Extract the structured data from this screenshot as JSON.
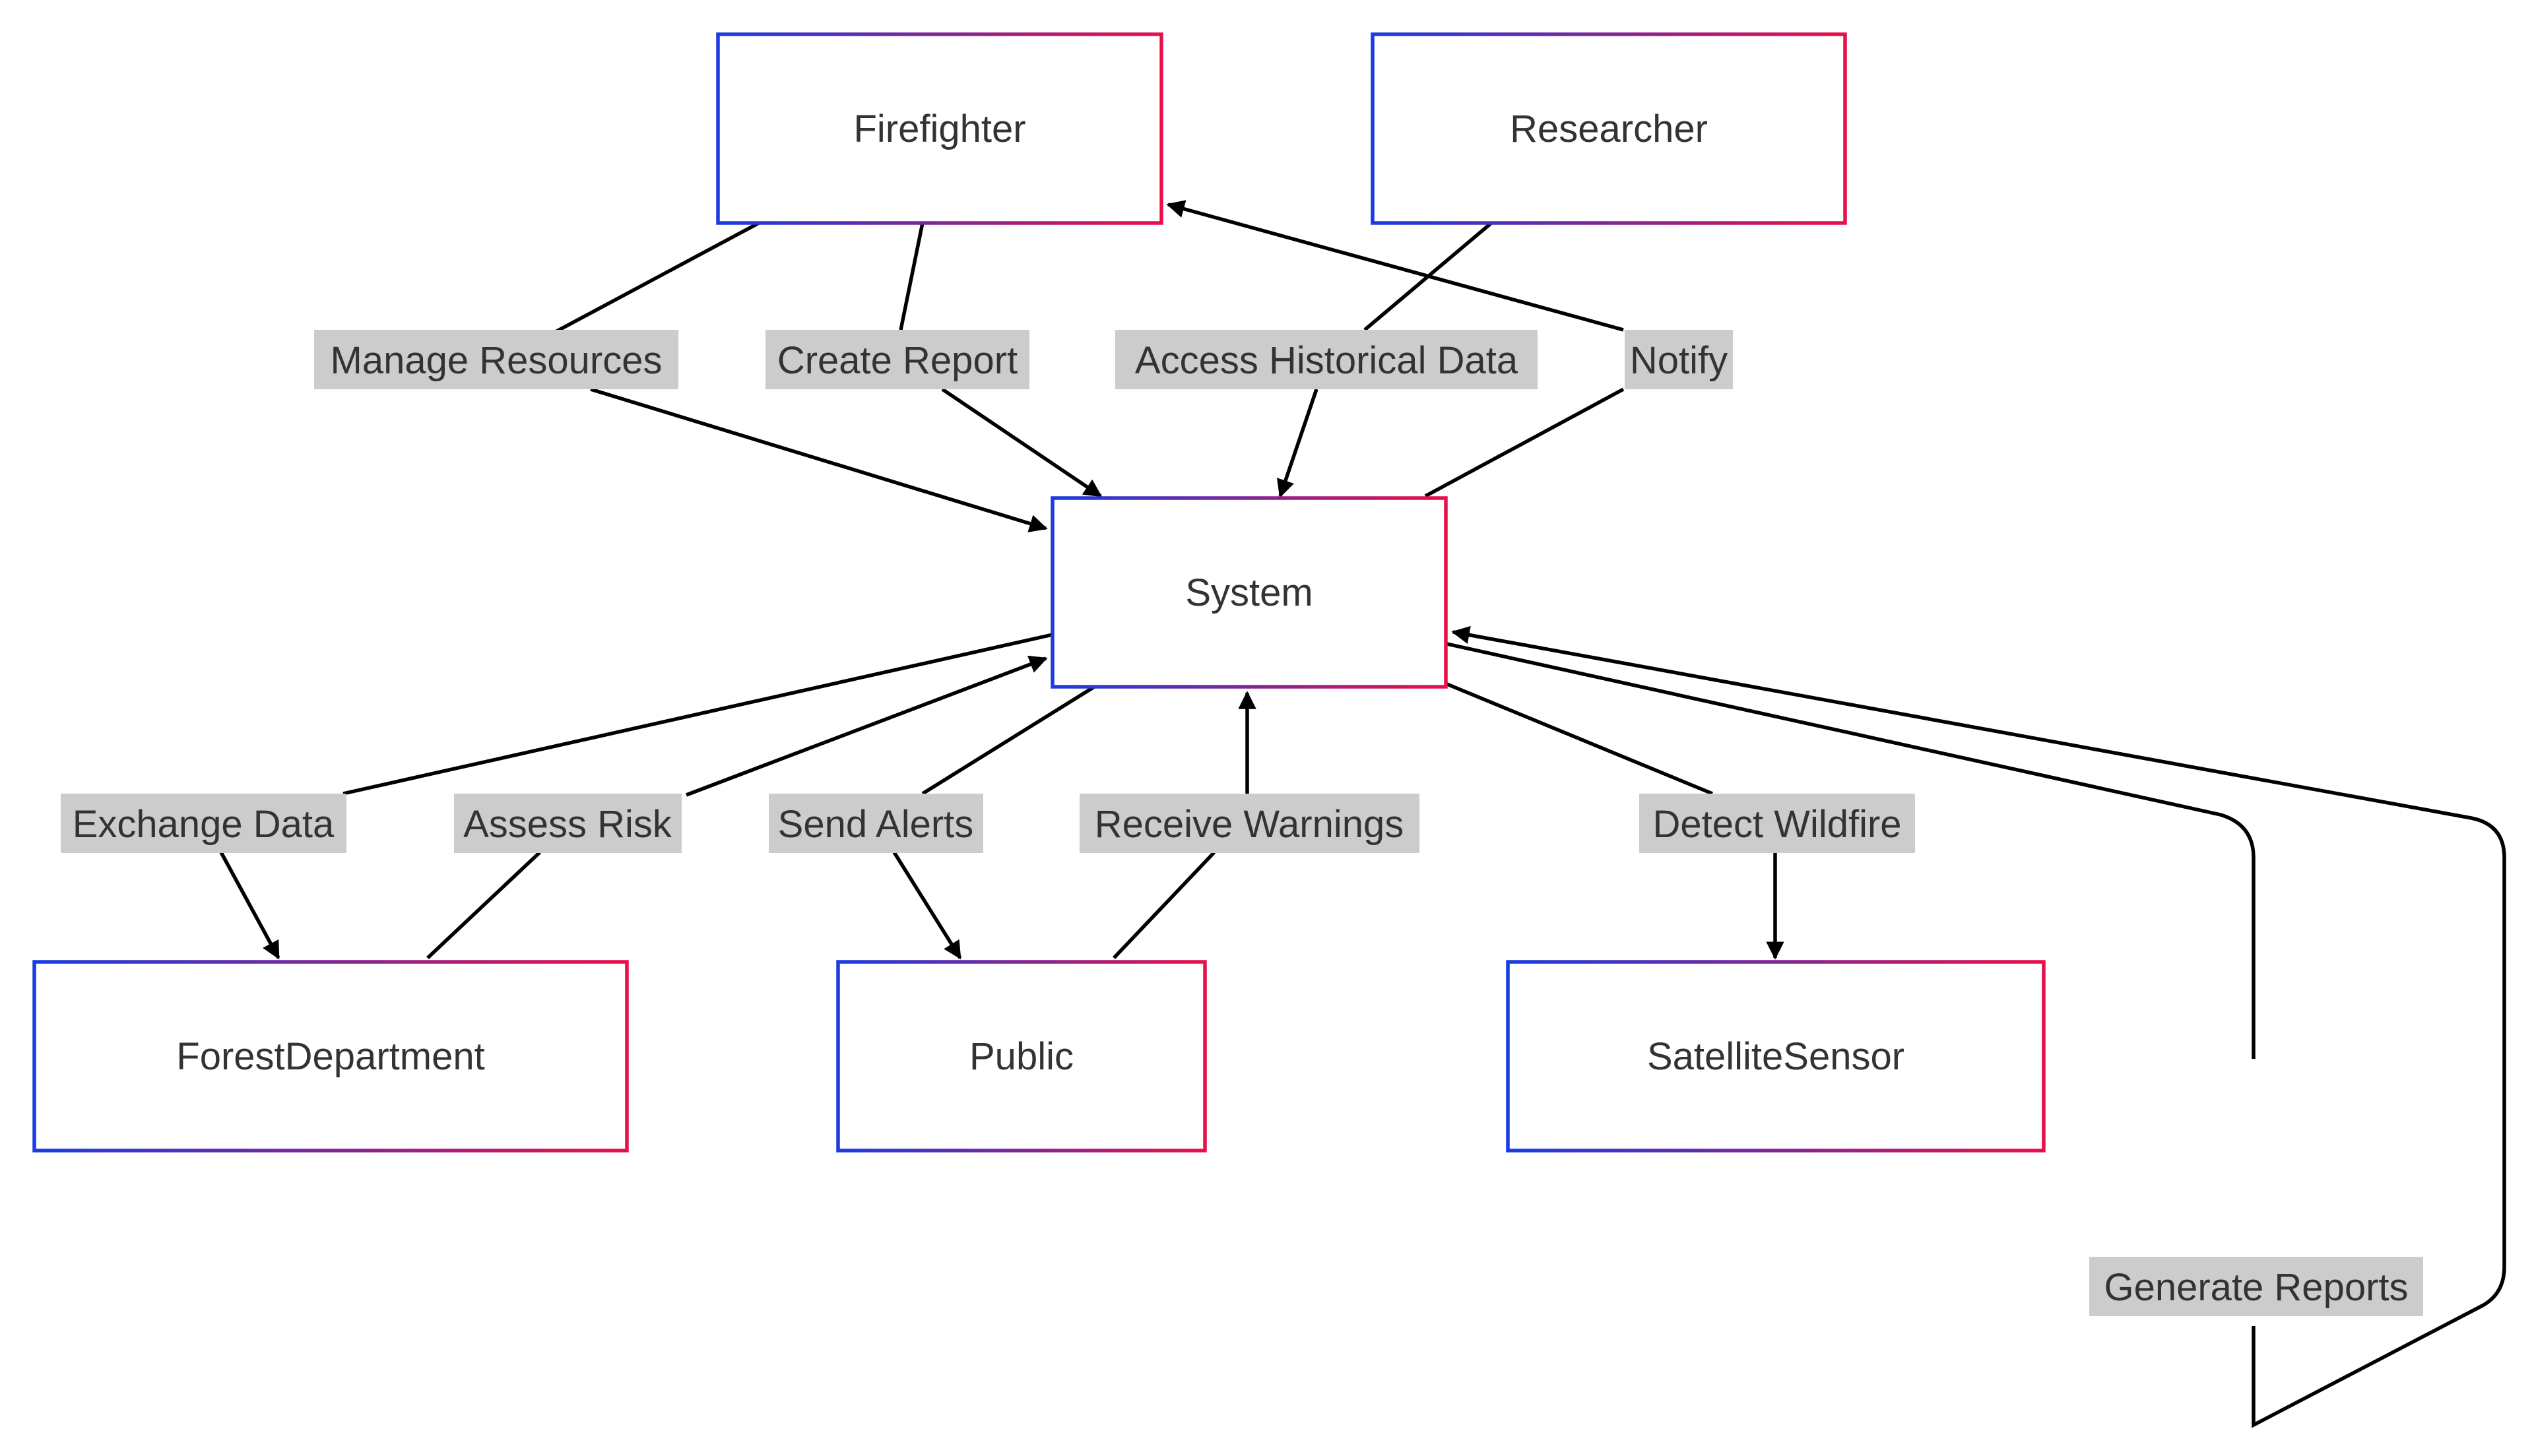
{
  "nodes": {
    "firefighter": "Firefighter",
    "researcher": "Researcher",
    "system": "System",
    "forest_department": "ForestDepartment",
    "public": "Public",
    "satellite_sensor": "SatelliteSensor"
  },
  "edges": {
    "manage_resources": "Manage Resources",
    "create_report": "Create Report",
    "access_historical_data": "Access Historical Data",
    "notify": "Notify",
    "exchange_data": "Exchange Data",
    "assess_risk": "Assess Risk",
    "send_alerts": "Send Alerts",
    "receive_warnings": "Receive Warnings",
    "detect_wildfire": "Detect Wildfire",
    "generate_reports": "Generate Reports"
  },
  "colors": {
    "node_border_start": "#1a3ce0",
    "node_border_end": "#e8104a",
    "edge_stroke": "#000000",
    "label_background": "#cccccc",
    "text": "#333333"
  }
}
